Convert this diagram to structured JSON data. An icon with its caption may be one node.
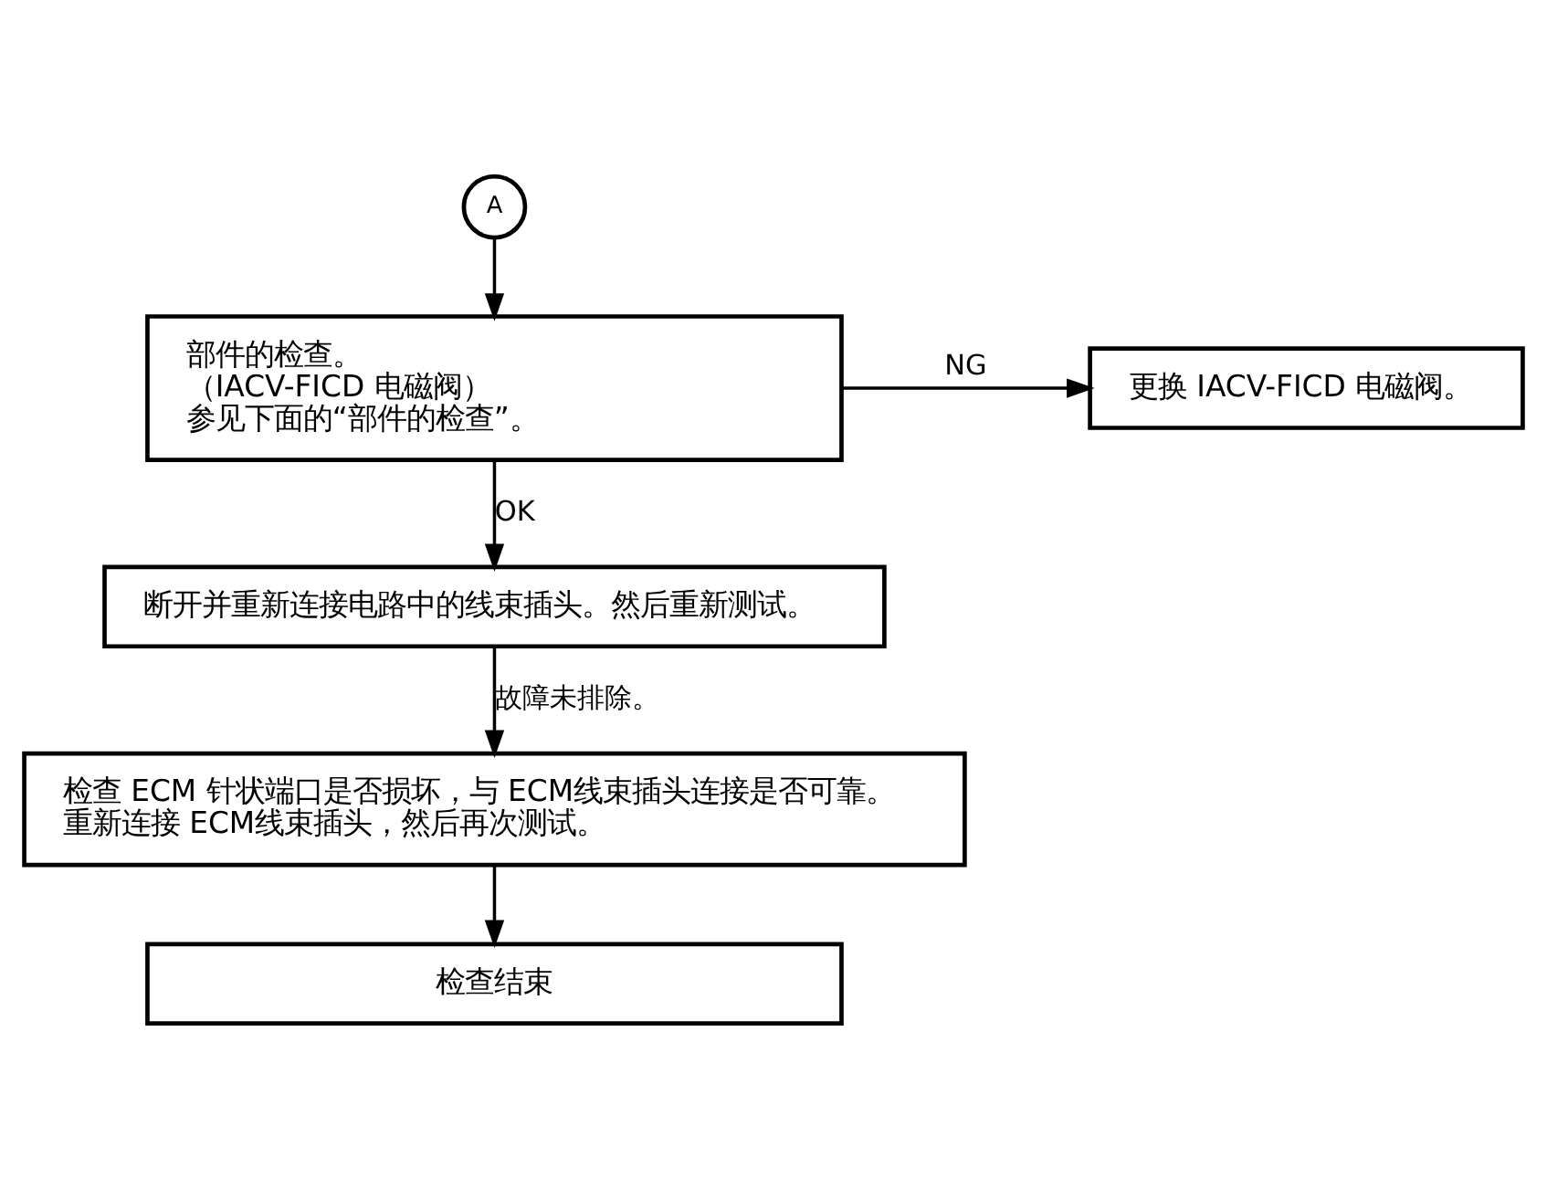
{
  "diagram": {
    "nodes": [
      {
        "text": [
          "A"
        ]
      },
      {
        "text": [
          "部件的检查。",
          "（IACV-FICD 电磁阀）",
          "参见下面的“部件的检查”。"
        ]
      },
      {
        "text": [
          "更换 IACV-FICD 电磁阀。"
        ]
      },
      {
        "text": [
          "断开并重新连接电路中的线束插头。然后重新测试。"
        ]
      },
      {
        "text": [
          "检查 ECM 针状端口是否损坏，与 ECM线束插头连接是否可靠。重新连接 ECM线束插头，然后再次测试。"
        ]
      },
      {
        "text": [
          "检查结束"
        ]
      }
    ],
    "edges": [
      {
        "from": 0,
        "to": 1,
        "arrow": "to"
      },
      {
        "from": 1,
        "to": 2,
        "arrow": "to",
        "label": "NG"
      },
      {
        "from": 1,
        "to": 3,
        "arrow": "to",
        "label": "OK"
      },
      {
        "from": 3,
        "to": 4,
        "arrow": "to",
        "label": "故障未排除。"
      },
      {
        "from": 4,
        "to": 5,
        "arrow": "to"
      }
    ]
  }
}
